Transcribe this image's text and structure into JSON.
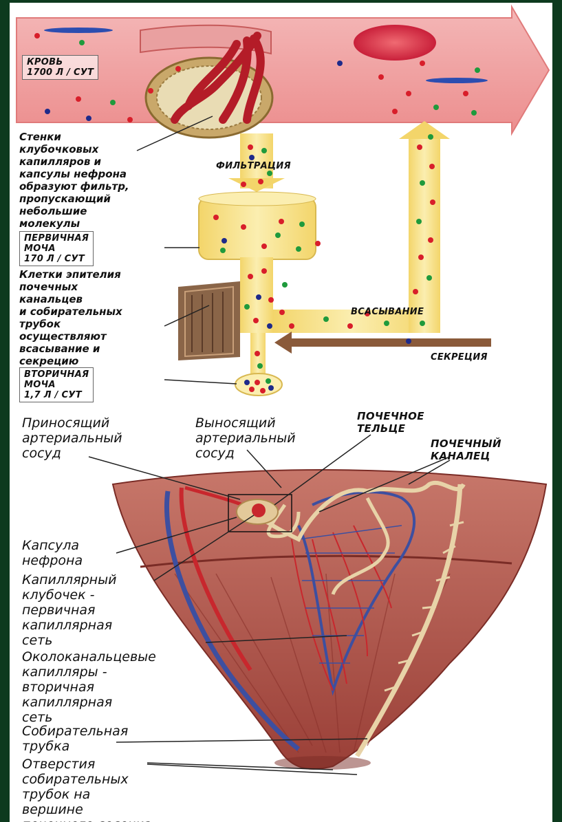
{
  "top": {
    "blood": "КРОВЬ\n1700 Л / СУТ",
    "walls": "Стенки\nклубочковых\nкапилляров и\nкапсулы нефрона\nобразуют фильтр,\nпропускающий\nнебольшие\nмолекулы",
    "filtration": "ФИЛЬТРАЦИЯ",
    "primary_urine": "ПЕРВИЧНАЯ\nМОЧА\n170 Л / СУТ",
    "epithelium": "Клетки эпителия\nпочечных\nканальцев\nи собирательных\nтрубок\nосуществляют\nвсасывание и\nсекрецию",
    "absorption": "ВСАСЫВАНИЕ",
    "secretion": "СЕКРЕЦИЯ",
    "secondary_urine": "ВТОРИЧНАЯ\nМОЧА\n1,7 Л / СУТ"
  },
  "bottom": {
    "afferent": "Приносящий\nартериальный\nсосуд",
    "efferent": "Выносящий\nартериальный\nсосуд",
    "corpuscle": "ПОЧЕЧНОЕ\nТЕЛЬЦЕ",
    "tubule": "ПОЧЕЧНЫЙ\nКАНАЛЕЦ",
    "capsule": "Капсула\nнефрона",
    "glomerulus": "Капиллярный\nклубочек -\nпервичная\nкапиллярная\nсеть",
    "peritubular": "Околоканальцевые\nкапилляры -\nвторичная\nкапиллярная\nсеть",
    "collecting": "Собирательная\nтрубка",
    "openings": "Отверстия\nсобирательных\nтрубок на\nвершине\nпочечного сосочка"
  },
  "colors": {
    "frame": "#0d3a1e",
    "blood_band": "#f2a9a9",
    "fluid": "#f6e08a",
    "dot_red": "#d81e2a",
    "dot_green": "#1f9a3c",
    "dot_blue": "#1e2a8a",
    "tissue": "#b5564a",
    "vein": "#3d4fa0",
    "artery": "#c8272d",
    "tubule": "#e8d3a8"
  }
}
